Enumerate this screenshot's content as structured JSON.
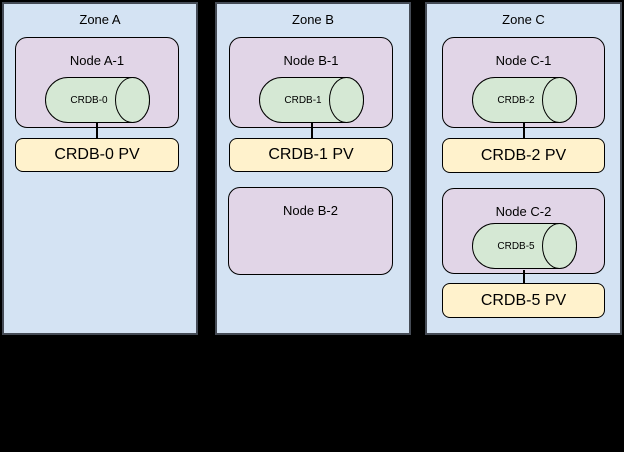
{
  "colors": {
    "background": "#000000",
    "zone_fill": "#d4e3f3",
    "zone_border": "#454b55",
    "node_fill": "#e1d5e7",
    "cylinder_fill": "#d5e8d4",
    "pv_fill": "#fff2cc",
    "shape_border": "#000000",
    "text": "#000000"
  },
  "icons": {
    "cylinder": "database-cylinder"
  },
  "zones": [
    {
      "label": "Zone A",
      "nodes": [
        {
          "label": "Node A-1",
          "cylinder": "CRDB-0"
        }
      ],
      "pvs": [
        {
          "label": "CRDB-0 PV"
        }
      ]
    },
    {
      "label": "Zone B",
      "nodes": [
        {
          "label": "Node B-1",
          "cylinder": "CRDB-1"
        },
        {
          "label": "Node B-2"
        }
      ],
      "pvs": [
        {
          "label": "CRDB-1 PV"
        }
      ]
    },
    {
      "label": "Zone C",
      "nodes": [
        {
          "label": "Node C-1",
          "cylinder": "CRDB-2"
        },
        {
          "label": "Node C-2",
          "cylinder": "CRDB-5"
        }
      ],
      "pvs": [
        {
          "label": "CRDB-2 PV"
        },
        {
          "label": "CRDB-5 PV"
        }
      ]
    }
  ]
}
